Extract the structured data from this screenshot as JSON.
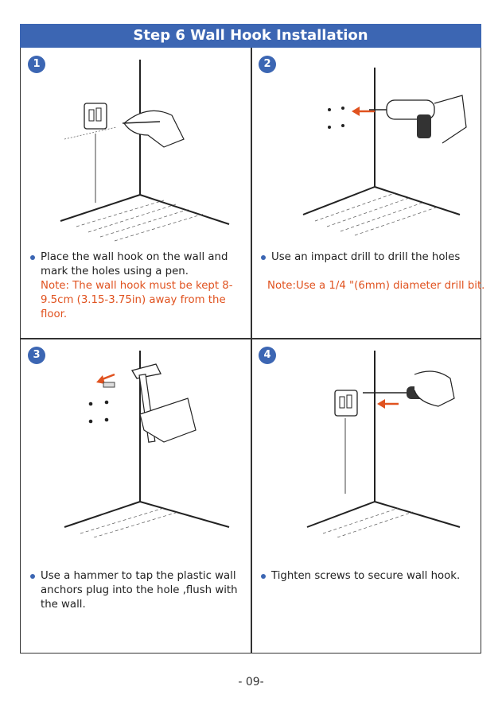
{
  "header": {
    "title": "Step 6 Wall Hook Installation"
  },
  "steps": [
    {
      "number": "1",
      "text": "Place the wall hook on the wall and mark the holes using a pen.",
      "note": "Note: The wall hook must be kept 8-9.5cm (3.15-3.75in) away from the floor."
    },
    {
      "number": "2",
      "text": "Use an impact drill to drill the holes",
      "note": "Note:Use a 1/4 \"(6mm) diameter drill bit."
    },
    {
      "number": "3",
      "text": "Use a hammer to tap the plastic wall anchors plug into the hole ,flush with the wall."
    },
    {
      "number": "4",
      "text": "Tighten screws to secure wall hook."
    }
  ],
  "footer": {
    "page": "- 09-"
  },
  "colors": {
    "accent": "#3c66b3",
    "note": "#e0521f"
  }
}
